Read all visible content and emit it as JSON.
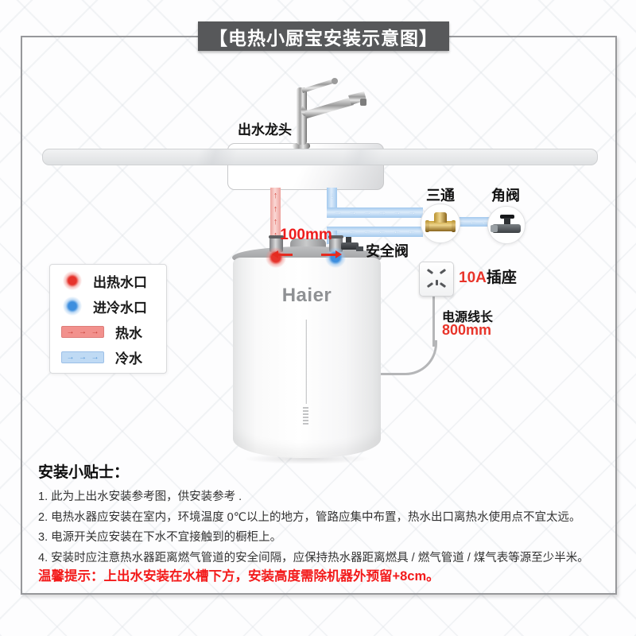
{
  "title": "【电热小厨宝安装示意图】",
  "diagram": {
    "faucet_label": "出水龙头",
    "tee_label": "三通",
    "angle_valve_label": "角阀",
    "distance_label": "100mm",
    "safety_valve_label": "安全阀",
    "socket_amp": "10A",
    "socket_word": "插座",
    "cord_label": "电源线长",
    "cord_value": "800mm",
    "brand": "Haier"
  },
  "legend": {
    "hot_outlet": "出热水口",
    "cold_inlet": "进冷水口",
    "hot_water": "热水",
    "cold_water": "冷水"
  },
  "tips": {
    "heading": "安装小贴士：",
    "items": [
      "1. 此为上出水安装参考图，供安装参考 .",
      "2. 电热水器应安装在室内，环境温度 0℃以上的地方，管路应集中布置，热水出口离热水使用点不宜太远。",
      "3. 电源开关应安装在下水不宜接触到的橱柜上。",
      "4. 安装时应注意热水器距离燃气管道的安全间隔，应保持热水器距离燃具 / 燃气管道 / 煤气表等源至少半米。"
    ],
    "warning": "温馨提示：上出水安装在水槽下方，安装高度需除机器外预留+8cm。"
  },
  "colors": {
    "title_bg": "#57585a",
    "hot_red": "#e8342a",
    "cold_blue": "#3d8ede",
    "hot_pipe": "#eda39e",
    "cold_pipe": "#a3c9ee",
    "warning_red": "#f31b1b",
    "frame_border": "#97989b"
  }
}
